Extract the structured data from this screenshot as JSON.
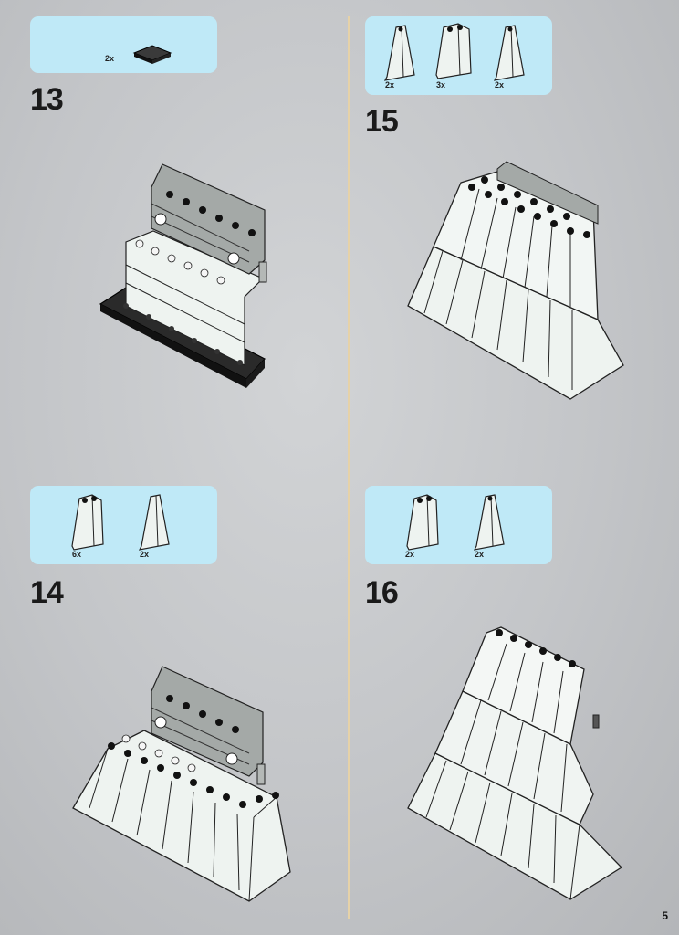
{
  "page_number": "5",
  "steps": [
    {
      "number": "13",
      "parts": [
        {
          "qty": "2x",
          "icon": "black-plate-icon"
        }
      ]
    },
    {
      "number": "14",
      "parts": [
        {
          "qty": "6x",
          "icon": "white-slope-icon"
        },
        {
          "qty": "2x",
          "icon": "white-slope-icon"
        }
      ]
    },
    {
      "number": "15",
      "parts": [
        {
          "qty": "2x",
          "icon": "white-slope-icon"
        },
        {
          "qty": "3x",
          "icon": "white-slope-icon"
        },
        {
          "qty": "2x",
          "icon": "white-slope-icon"
        }
      ]
    },
    {
      "number": "16",
      "parts": [
        {
          "qty": "2x",
          "icon": "white-slope-icon"
        },
        {
          "qty": "2x",
          "icon": "white-slope-icon"
        }
      ]
    }
  ],
  "colors": {
    "parts_panel": "#bfe9f7",
    "divider": "#e6d2a8",
    "white_brick": "#eef3f0",
    "grey_brick": "#9fa4a2",
    "black_brick": "#1c1c1c"
  }
}
